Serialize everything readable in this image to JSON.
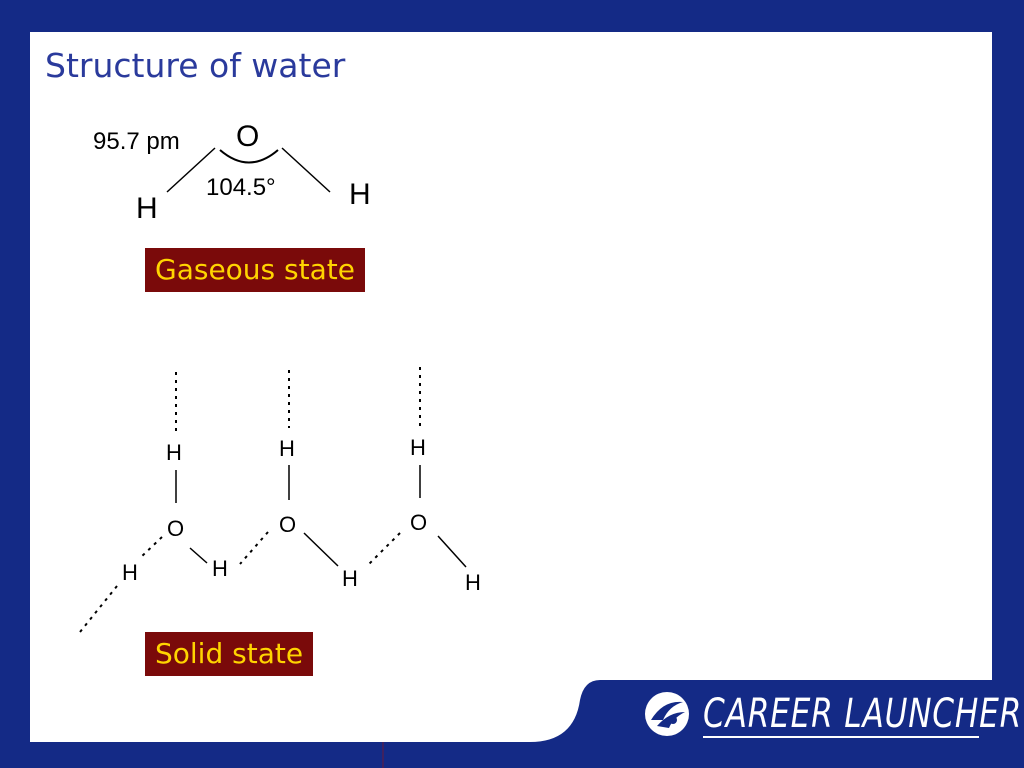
{
  "slide": {
    "title": "Structure of water"
  },
  "gaseous": {
    "atoms": {
      "o": "O",
      "h_left": "H",
      "h_right": "H"
    },
    "bond_length": "95.7 pm",
    "bond_angle": "104.5°",
    "label": "Gaseous state"
  },
  "solid": {
    "molecules": [
      {
        "h_top": "H",
        "o": "O",
        "h_left": "H",
        "h_right": "H"
      },
      {
        "h_top": "H",
        "o": "O",
        "h_right": "H"
      },
      {
        "h_top": "H",
        "o": "O",
        "h_right": "H"
      }
    ],
    "label": "Solid state"
  },
  "branding": {
    "logo_text": "CAREER LAUNCHER",
    "logo_icon": "rocket-swirl-icon",
    "colors": {
      "frame": "#142a86",
      "label_bg": "#7a0a0a",
      "label_text": "#ffd400",
      "title": "#2a3a9c"
    }
  }
}
